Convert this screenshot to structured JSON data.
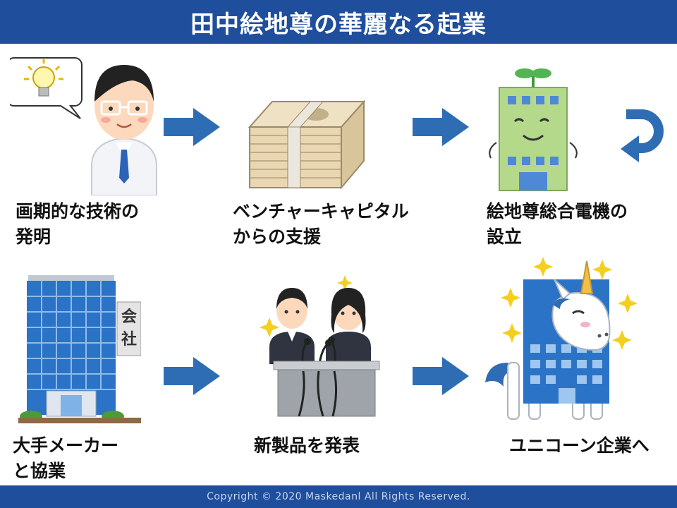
{
  "title": "田中絵地尊の華麗なる起業",
  "steps": [
    {
      "line1": "画期的な技術の",
      "line2": "発明"
    },
    {
      "line1": "ベンチャーキャピタル",
      "line2": "からの支援"
    },
    {
      "line1": "絵地尊総合電機の",
      "line2": "設立"
    },
    {
      "line1": "大手メーカー",
      "line2": "と協業"
    },
    {
      "line1": "新製品を発表",
      "line2": ""
    },
    {
      "line1": "ユニコーン企業へ",
      "line2": ""
    }
  ],
  "sign_text": [
    "会",
    "社"
  ],
  "footer": "Copyright © 2020 Maskedanl All Rights Reserved.",
  "colors": {
    "brand": "#1f4e9c",
    "arrow": "#2e6db4"
  }
}
